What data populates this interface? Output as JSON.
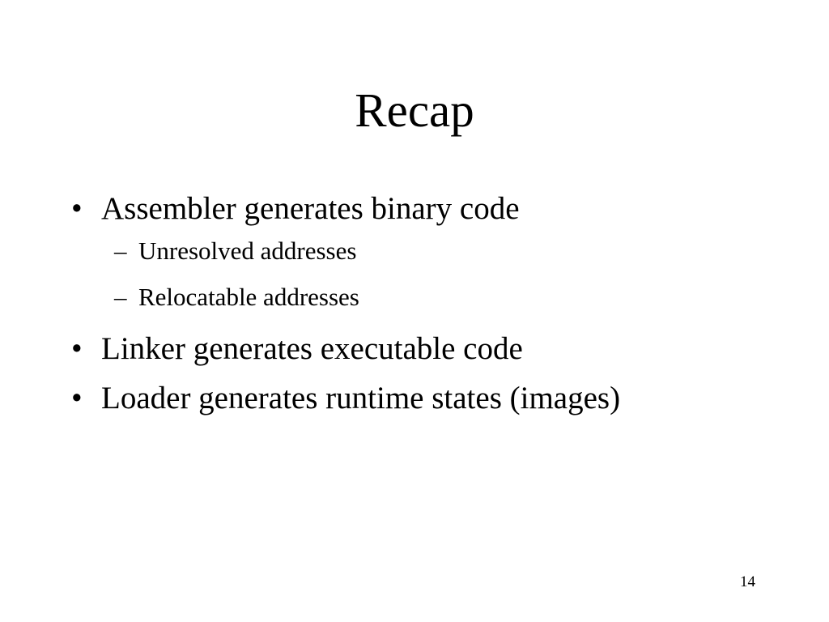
{
  "slide": {
    "title": "Recap",
    "page_number": "14",
    "bullets": [
      {
        "marker": "•",
        "text": "Assembler generates binary code",
        "subitems": [
          {
            "marker": "–",
            "text": "Unresolved addresses"
          },
          {
            "marker": "–",
            "text": "Relocatable addresses"
          }
        ]
      },
      {
        "marker": "•",
        "text": "Linker generates executable code"
      },
      {
        "marker": "•",
        "text": "Loader generates runtime states (images)"
      }
    ]
  }
}
